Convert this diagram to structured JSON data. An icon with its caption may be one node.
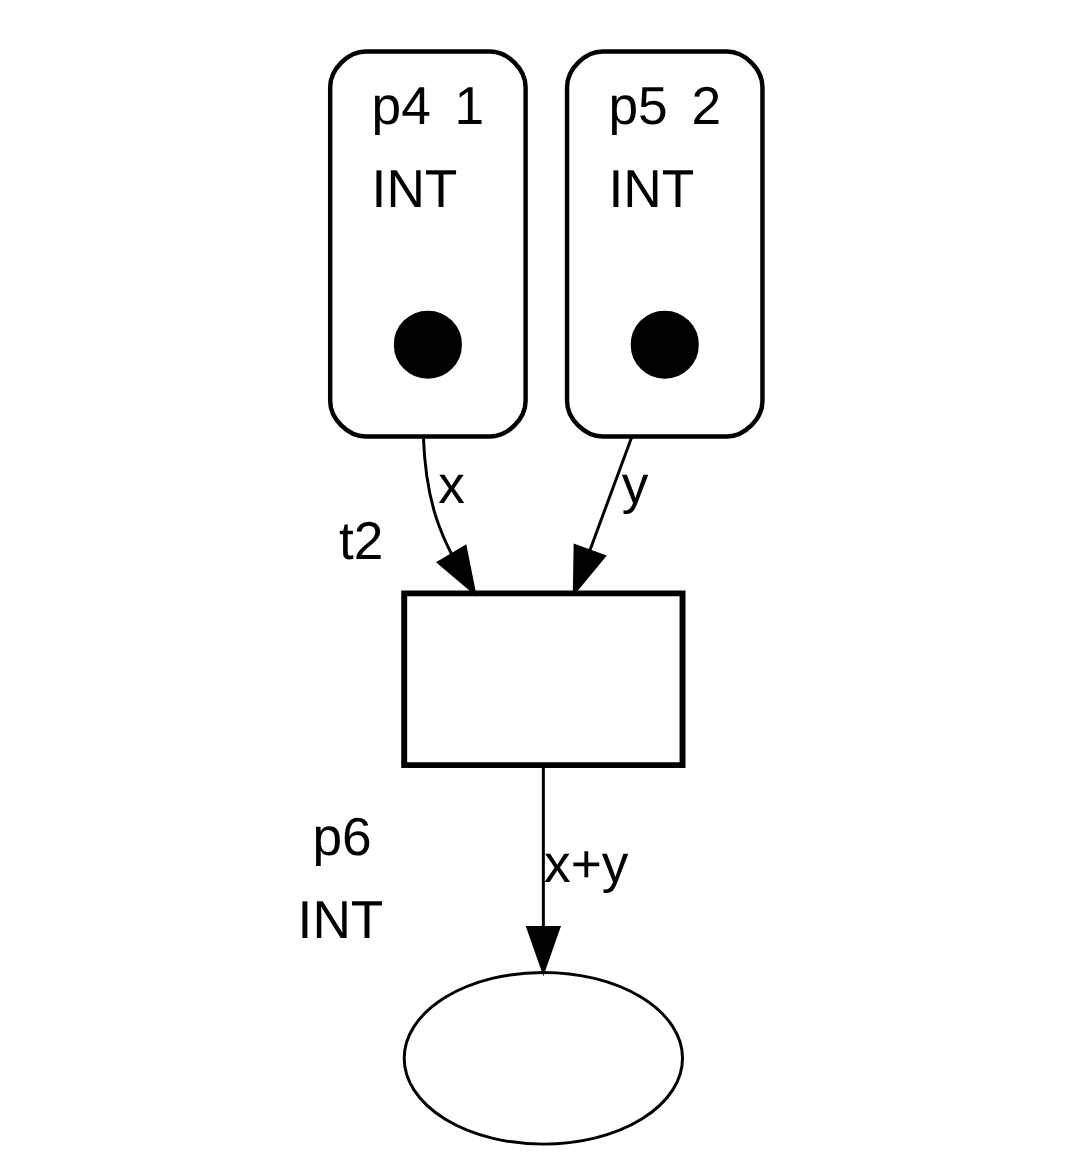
{
  "diagram": {
    "nodes": [
      {
        "text": [],
        "shape": "ellipse",
        "beside": [
          "p4",
          "1",
          "INT"
        ]
      },
      {
        "text": [],
        "shape": "circle",
        "in": 0
      },
      {
        "text": [],
        "shape": "ellipse",
        "beside": [
          "p5",
          "2",
          "INT"
        ]
      },
      {
        "text": [],
        "shape": "circle",
        "in": 2
      },
      {
        "text": [],
        "shape": "box",
        "beside": [
          "t2"
        ]
      },
      {
        "text": [],
        "shape": "ellipse",
        "beside": [
          "p6",
          "INT"
        ]
      }
    ],
    "edges": [
      {
        "from": 0,
        "to": 4,
        "arrow": "to",
        "label": "x"
      },
      {
        "from": 2,
        "to": 4,
        "arrow": "to",
        "label": "y"
      },
      {
        "from": 4,
        "to": 5,
        "arrow": "to",
        "label": "x+y"
      }
    ]
  }
}
